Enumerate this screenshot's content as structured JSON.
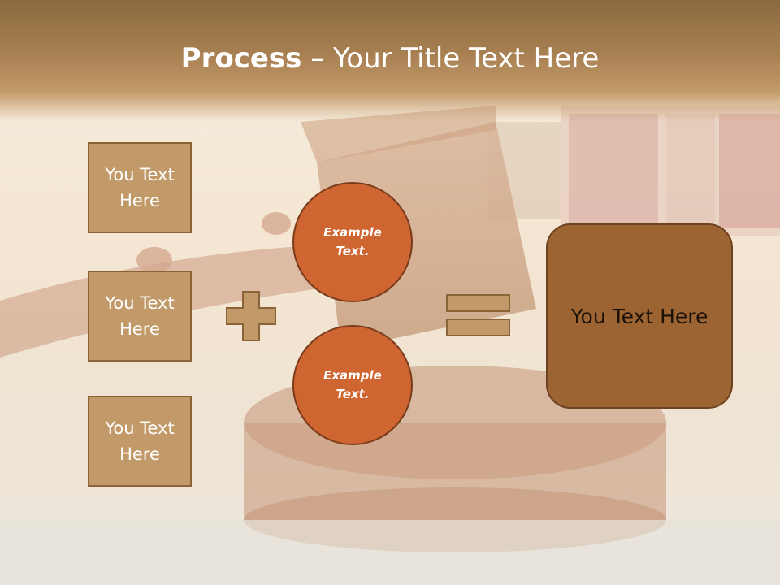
{
  "title": {
    "bold": "Process",
    "dash": " – ",
    "rest": "Your Title Text Here"
  },
  "left_boxes": [
    {
      "label": "You Text Here"
    },
    {
      "label": "You Text Here"
    },
    {
      "label": "You Text Here"
    }
  ],
  "circles": [
    {
      "label": "Example Text."
    },
    {
      "label": "Example Text."
    }
  ],
  "result": {
    "label": "You Text Here"
  },
  "colors": {
    "box_fill": "#c29a69",
    "circle_fill": "#cf6531",
    "result_fill": "#9b6432",
    "operator_fill": "#c29a69"
  },
  "icons": {
    "plus": "plus-icon",
    "equals": "equals-icon"
  }
}
